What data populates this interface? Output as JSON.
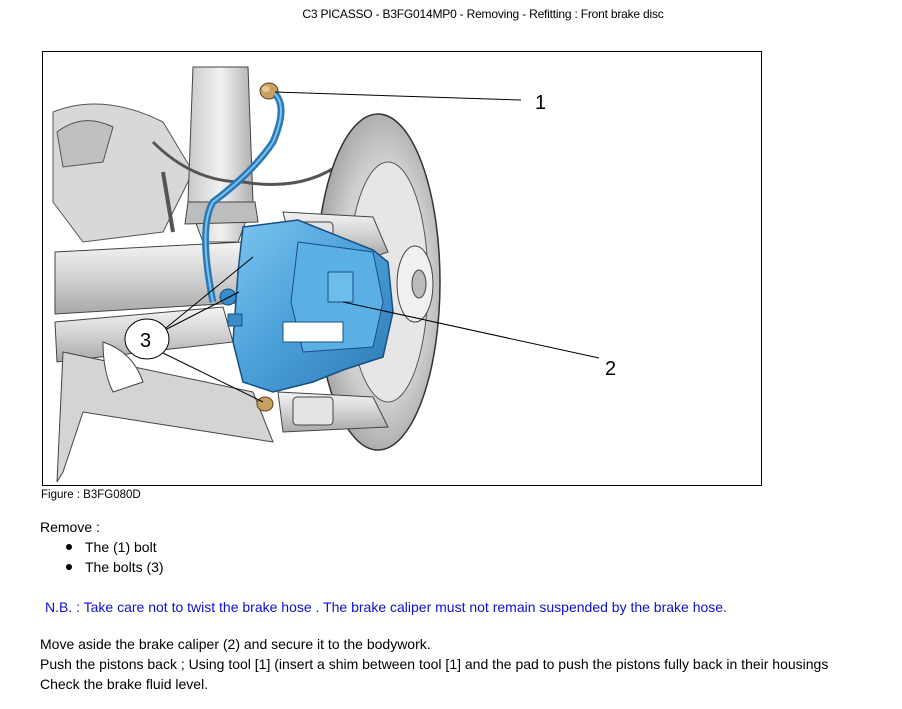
{
  "header": {
    "title": "C3 PICASSO - B3FG014MP0 - Removing - Refitting : Front brake disc"
  },
  "figure": {
    "caption": "Figure : B3FG080D",
    "callouts": [
      "1",
      "2",
      "3"
    ]
  },
  "instructions": {
    "remove_title": "Remove :",
    "remove_items": [
      "The (1) bolt",
      "The bolts (3)"
    ],
    "nb": "N.B. : Take care not to twist the brake hose . The brake caliper must not remain suspended by the brake hose.",
    "steps": [
      "Move aside the brake caliper (2) and secure it to the bodywork.",
      "Push the pistons back ; Using tool [1] (insert a shim between tool [1] and the pad to push the pistons fully back in their housings",
      "Check the brake fluid level."
    ]
  },
  "colors": {
    "caliper_blue": "#4a9fd8",
    "nb_text": "#1010d0",
    "bolt_tan": "#c8a060"
  }
}
